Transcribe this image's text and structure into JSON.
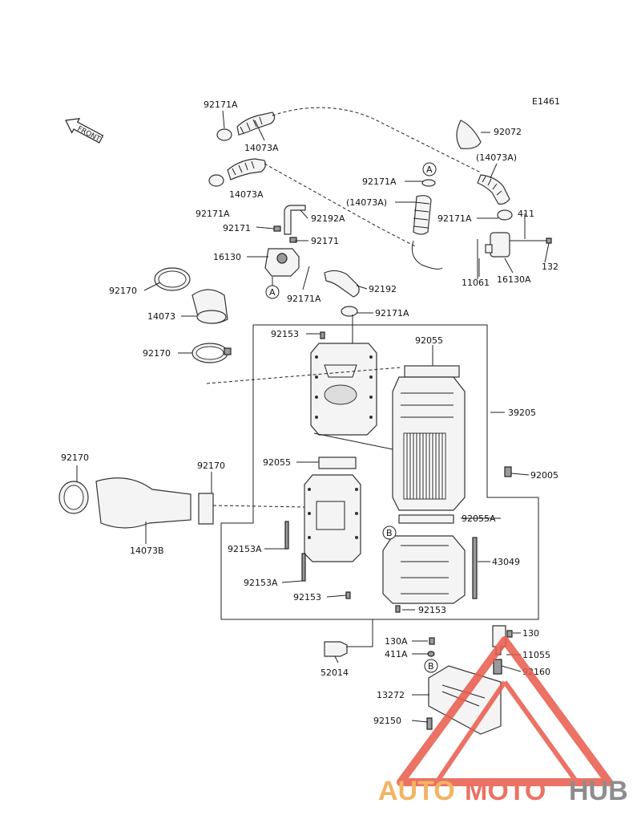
{
  "diagram_code": "E1461",
  "front_marker": "FRONT",
  "labels": {
    "l92171A_a": "92171A",
    "l14073A_a": "14073A",
    "l14073A_b": "14073A",
    "l92171A_b": "92171A",
    "l92072": "92072",
    "l14073A_p1": "(14073A)",
    "l92171A_c": "92171A",
    "l14073A_p2": "(14073A)",
    "l92192A": "92192A",
    "l92171_a": "92171",
    "l92171_b": "92171",
    "l16130": "16130",
    "l92171A_d": "92171A",
    "l92192": "92192",
    "l92171A_e": "92171A",
    "l411": "411",
    "l132": "132",
    "l11061": "11061",
    "l16130A": "16130A",
    "l92170_a": "92170",
    "l14073": "14073",
    "l92170_b": "92170",
    "l92153_a": "92153",
    "l92055_a": "92055",
    "l39205": "39205",
    "l92170_c": "92170",
    "l92170_d": "92170",
    "l92055_b": "92055",
    "l92005": "92005",
    "l92055A": "92055A",
    "l14073B": "14073B",
    "l92153A_a": "92153A",
    "l43049": "43049",
    "l92153A_b": "92153A",
    "l92153_b": "92153",
    "l92153_c": "92153",
    "l130A": "130A",
    "l130": "130",
    "l411A": "411A",
    "l11055": "11055",
    "l52014": "52014",
    "l92160": "92160",
    "l13272": "13272",
    "l92150": "92150",
    "ref_A1": "A",
    "ref_A2": "A",
    "ref_B1": "B",
    "ref_B2": "B"
  },
  "watermark": {
    "part1": "AUTO",
    "part2": "MOTO",
    "part3": "HUB",
    "color_auto": "#f0a84a",
    "color_moto": "#e85a4a",
    "color_hub": "#7a7a7a"
  }
}
